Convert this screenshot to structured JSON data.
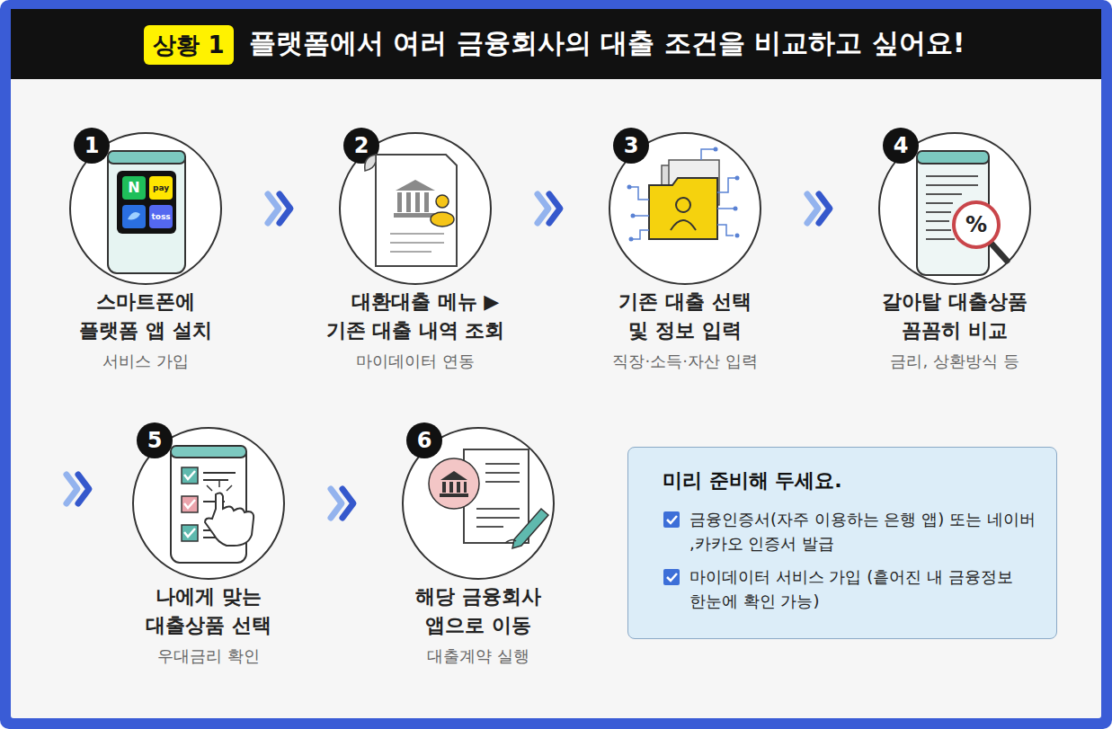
{
  "diagram": {
    "title": "플랫폼에서 여러 금융회사의 대출 조건을 비교하고 싶어요!",
    "nodes": [
      {
        "text": [
          "스마트폰에 플랫폼 앱 설치",
          "서비스 가입"
        ]
      },
      {
        "text": [
          "대환대출 메뉴 ▶기존 대출 내역 조회",
          "마이데이터 연동"
        ]
      },
      {
        "text": [
          "기존 대출 선택 및 정보 입력",
          "직장·소득·자산 입력"
        ]
      },
      {
        "text": [
          "갈아탈 대출상품 꼼꼼히 비교",
          "금리, 상환방식 등"
        ]
      },
      {
        "text": [
          "나에게 맞는 대출상품 선택",
          "우대금리 확인"
        ]
      },
      {
        "text": [
          "해당 금융회사 앱으로 이동",
          "대출계약 실행"
        ]
      },
      {
        "text": [
          "미리 준비해 두세요.",
          "금융인증서(자주 이용하는 은행 앱) 또는 네이버 ,카카오 인증서 발급",
          "마이데이터 서비스 가입 (흩어진 내 금융정보 한눈에 확인 가능)"
        ]
      }
    ],
    "edges": [
      {
        "from": 0,
        "to": 1,
        "arrow": "to"
      },
      {
        "from": 1,
        "to": 2,
        "arrow": "to"
      },
      {
        "from": 2,
        "to": 3,
        "arrow": "to"
      },
      {
        "from": 3,
        "to": 4,
        "arrow": "to"
      },
      {
        "from": 4,
        "to": 5,
        "arrow": "to"
      }
    ],
    "labels": [
      "상황 1",
      "1",
      "2",
      "3",
      "4",
      "5",
      "6",
      "N",
      "pay",
      "toss",
      "%"
    ]
  }
}
